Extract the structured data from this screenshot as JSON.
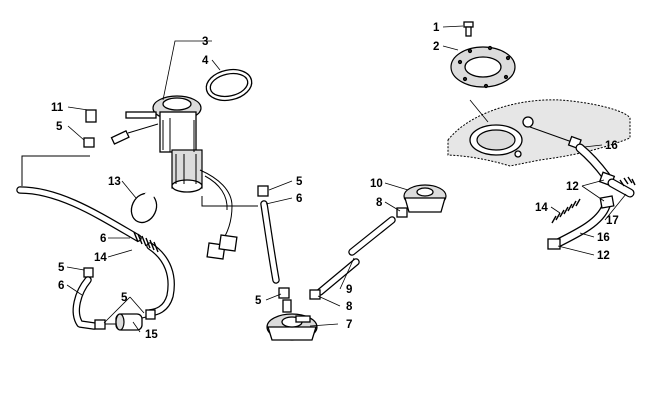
{
  "callouts": [
    {
      "id": "c1",
      "text": "1"
    },
    {
      "id": "c2",
      "text": "2"
    },
    {
      "id": "c3",
      "text": "3"
    },
    {
      "id": "c4",
      "text": "4"
    },
    {
      "id": "c11",
      "text": "11"
    },
    {
      "id": "c5a",
      "text": "5"
    },
    {
      "id": "c13",
      "text": "13"
    },
    {
      "id": "c6a",
      "text": "6"
    },
    {
      "id": "c14a",
      "text": "14"
    },
    {
      "id": "c5b",
      "text": "5"
    },
    {
      "id": "c6b",
      "text": "6"
    },
    {
      "id": "c5c",
      "text": "5"
    },
    {
      "id": "c15",
      "text": "15"
    },
    {
      "id": "c5d",
      "text": "5"
    },
    {
      "id": "c6c",
      "text": "6"
    },
    {
      "id": "c5e",
      "text": "5"
    },
    {
      "id": "c7",
      "text": "7"
    },
    {
      "id": "c10",
      "text": "10"
    },
    {
      "id": "c8a",
      "text": "8"
    },
    {
      "id": "c9",
      "text": "9"
    },
    {
      "id": "c8b",
      "text": "8"
    },
    {
      "id": "c16a",
      "text": "16"
    },
    {
      "id": "c12a",
      "text": "12"
    },
    {
      "id": "c14b",
      "text": "14"
    },
    {
      "id": "c17",
      "text": "17"
    },
    {
      "id": "c16b",
      "text": "16"
    },
    {
      "id": "c12b",
      "text": "12"
    }
  ]
}
